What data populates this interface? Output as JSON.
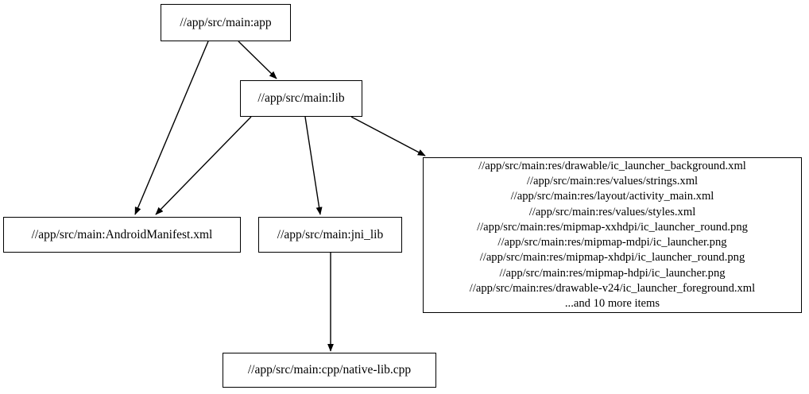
{
  "diagram": {
    "type": "directed-dependency-graph",
    "background_color": "#ffffff",
    "node_border_color": "#000000",
    "edge_color": "#000000",
    "text_color": "#000000",
    "nodes": [
      {
        "id": "app",
        "label": "//app/src/main:app"
      },
      {
        "id": "lib",
        "label": "//app/src/main:lib"
      },
      {
        "id": "manifest",
        "label": "//app/src/main:AndroidManifest.xml"
      },
      {
        "id": "jni_lib",
        "label": "//app/src/main:jni_lib"
      },
      {
        "id": "native_lib",
        "label": "//app/src/main:cpp/native-lib.cpp"
      },
      {
        "id": "resources",
        "lines": [
          "//app/src/main:res/drawable/ic_launcher_background.xml",
          "//app/src/main:res/values/strings.xml",
          "//app/src/main:res/layout/activity_main.xml",
          "//app/src/main:res/values/styles.xml",
          "//app/src/main:res/mipmap-xxhdpi/ic_launcher_round.png",
          "//app/src/main:res/mipmap-mdpi/ic_launcher.png",
          "//app/src/main:res/mipmap-xhdpi/ic_launcher_round.png",
          "//app/src/main:res/mipmap-hdpi/ic_launcher.png",
          "//app/src/main:res/drawable-v24/ic_launcher_foreground.xml",
          "...and 10 more items"
        ]
      }
    ],
    "edges": [
      {
        "from": "app",
        "to": "lib"
      },
      {
        "from": "app",
        "to": "manifest"
      },
      {
        "from": "lib",
        "to": "manifest"
      },
      {
        "from": "lib",
        "to": "jni_lib"
      },
      {
        "from": "lib",
        "to": "resources"
      },
      {
        "from": "jni_lib",
        "to": "native_lib"
      }
    ]
  }
}
